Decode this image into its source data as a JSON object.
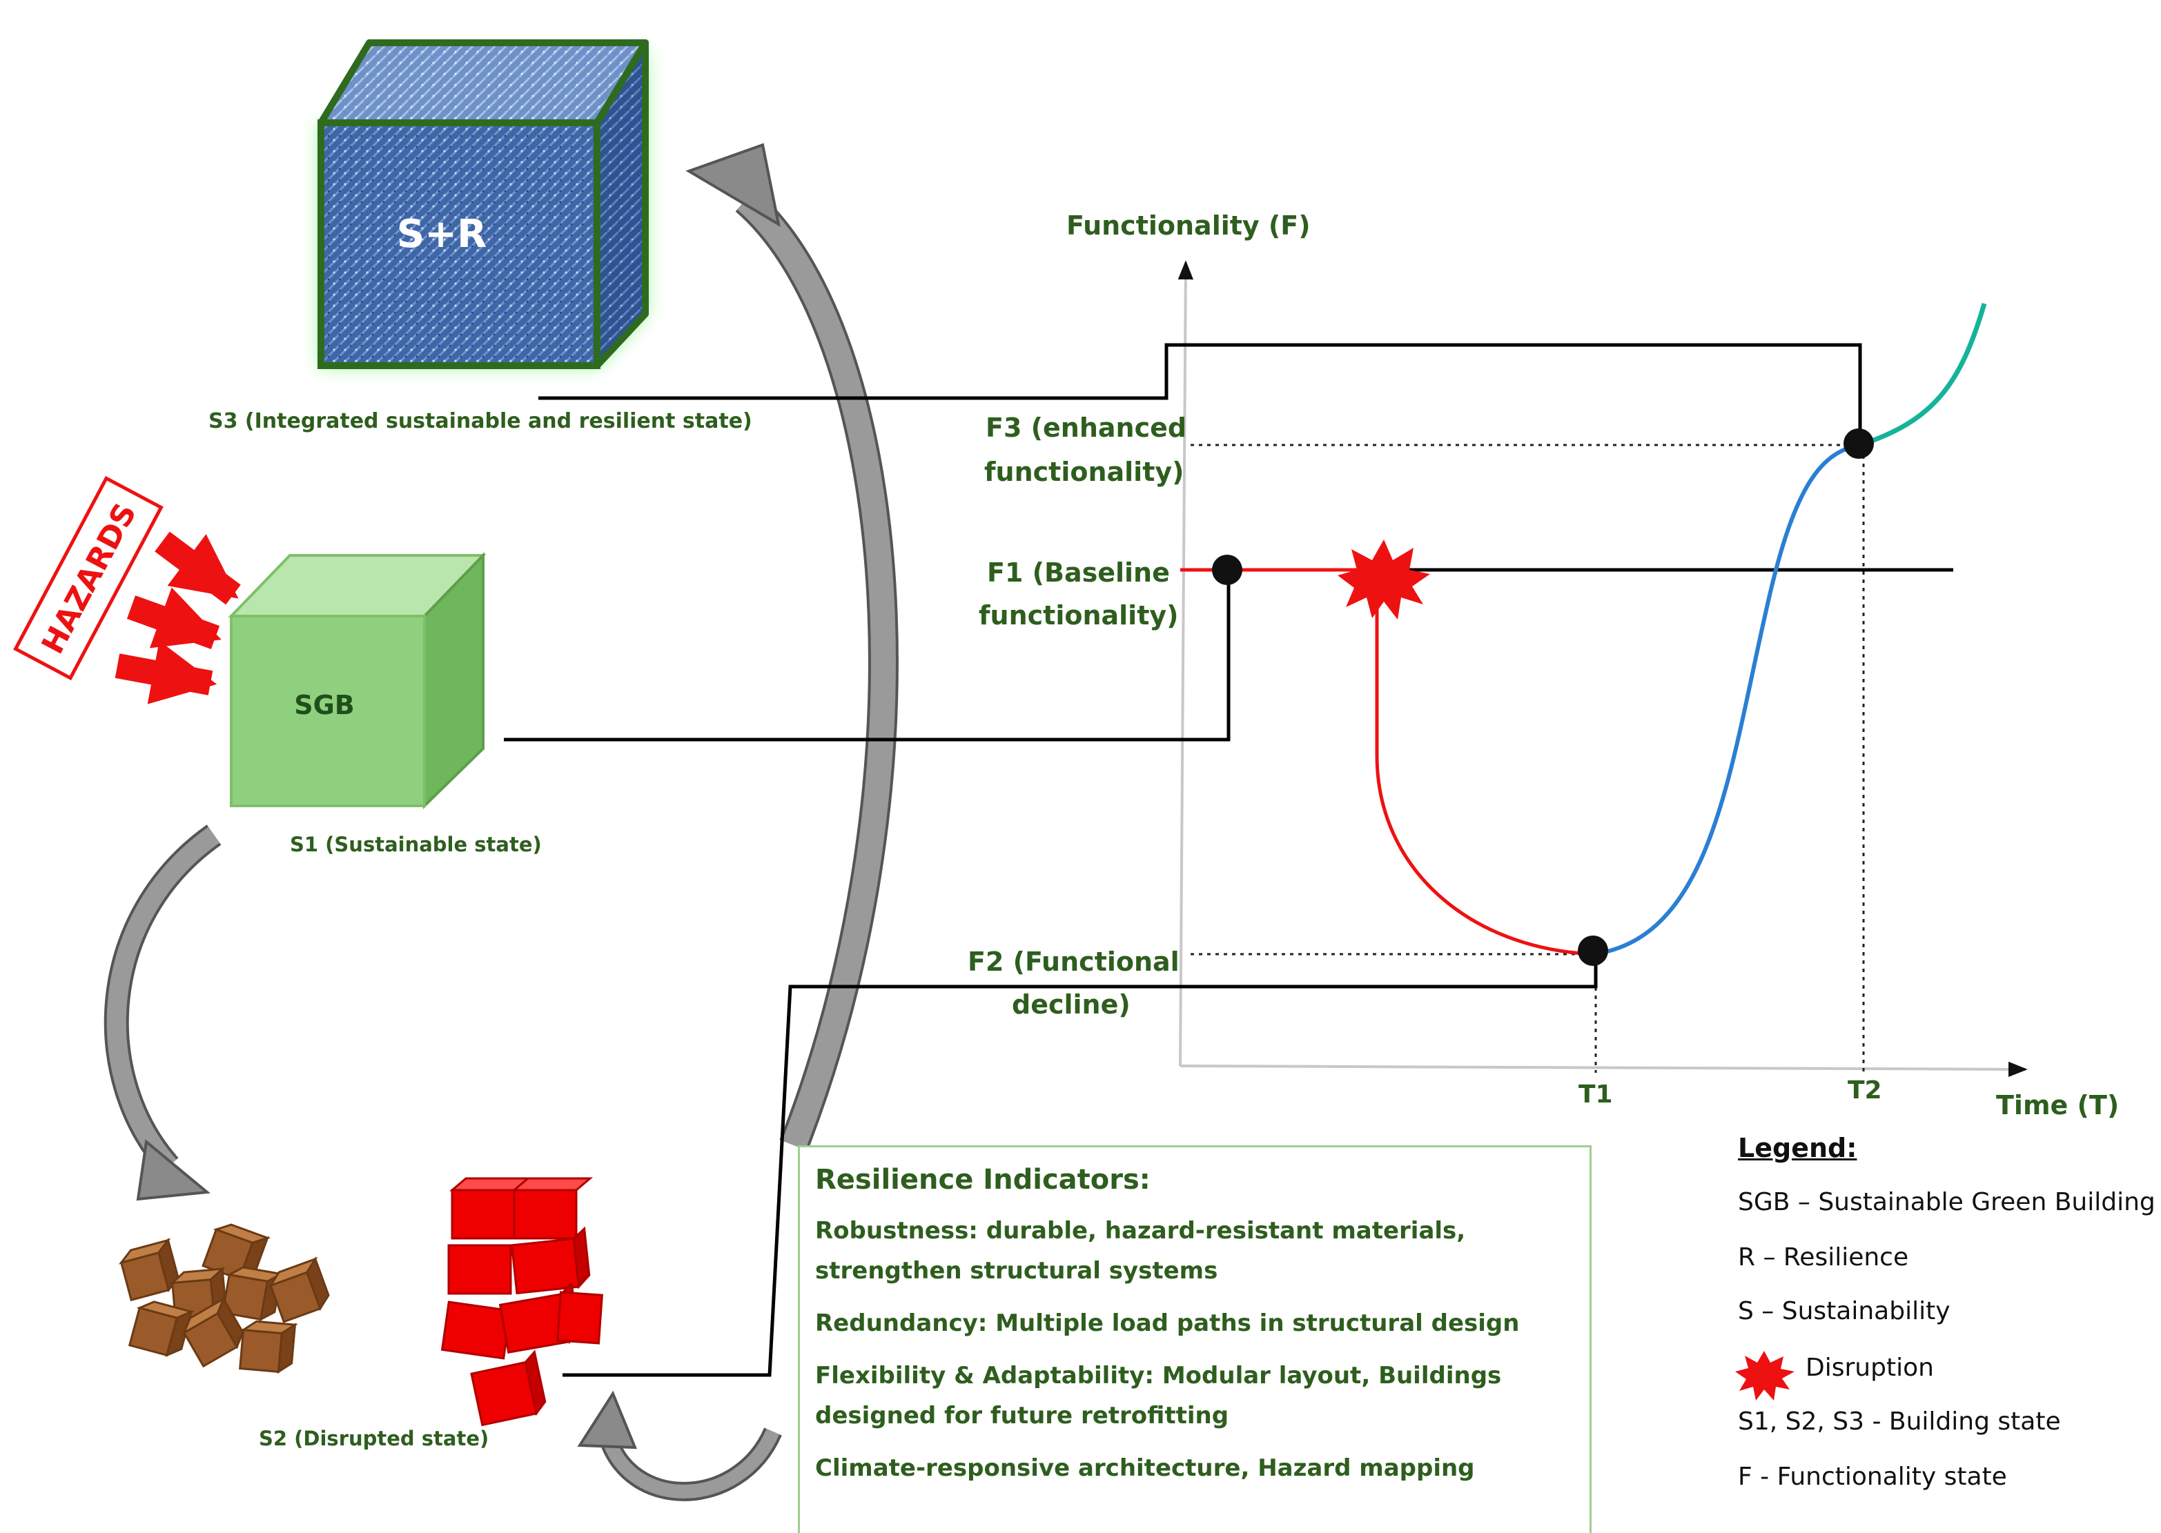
{
  "boxes": {
    "sr_cube": "S+R",
    "sgb_cube": "SGB",
    "hazards": "HAZARDS"
  },
  "states": {
    "s3": "S3 (Integrated sustainable and resilient state)",
    "s1": "S1 (Sustainable state)",
    "s2": "S2 (Disrupted state)"
  },
  "graph": {
    "y_axis_title": "Functionality (F)",
    "x_axis_title": "Time (T)",
    "f3_line1": "F3 (enhanced",
    "f3_line2": "functionality)",
    "f1_line1": "F1 (Baseline",
    "f1_line2": "functionality)",
    "f2_line1": "F2 (Functional",
    "f2_line2": "decline)",
    "t1": "T1",
    "t2": "T2"
  },
  "indicators": {
    "title": "Resilience Indicators:",
    "items": [
      "Robustness: durable, hazard-resistant materials, strengthen structural systems",
      "Redundancy: Multiple load paths in structural design",
      "Flexibility & Adaptability: Modular layout, Buildings designed for future retrofitting",
      "Climate-responsive architecture, Hazard mapping"
    ]
  },
  "legend": {
    "title": "Legend:",
    "items": [
      "SGB – Sustainable Green Building",
      "R – Resilience",
      "S – Sustainability",
      "Disruption",
      "S1, S2, S3 - Building state",
      "F - Functionality state"
    ]
  },
  "colors": {
    "text_green": "#2e5e1e",
    "cube_blue": "#3a5e9c",
    "cube_edge": "#2f6b1f",
    "sgb_green": "#8fd07f",
    "disruption_red": "#ff0000",
    "recovery_blue": "#2a7fd4",
    "enhanced_teal": "#14b39a",
    "debris_brown": "#9a5a2a",
    "arrow_gray": "#888888"
  }
}
